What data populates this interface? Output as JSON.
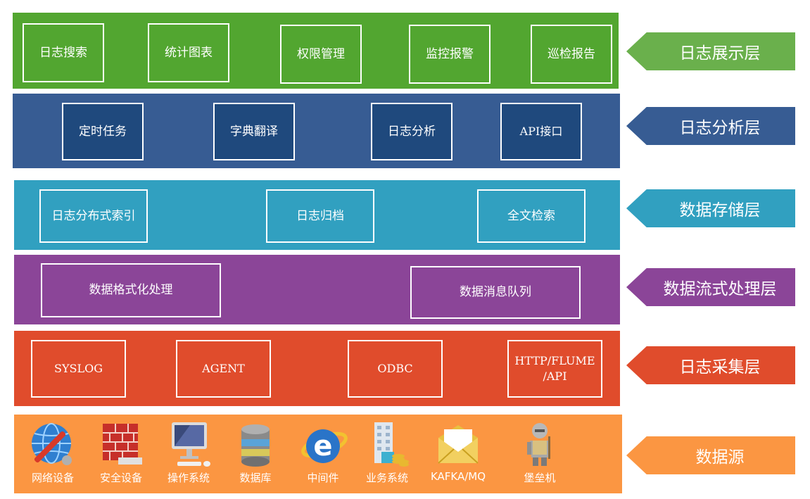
{
  "colors": {
    "display": "#52a630",
    "analysis": "#375c93",
    "analysis_box": "#1f497d",
    "storage": "#31a0c0",
    "stream": "#8b4598",
    "collect": "#e04c2c",
    "source": "#fb9642",
    "tag_display": "#6ab04c"
  },
  "layers": {
    "display": {
      "tag": "日志展示层",
      "boxes": [
        "日志搜索",
        "统计图表",
        "权限管理",
        "监控报警",
        "巡检报告"
      ]
    },
    "analysis": {
      "tag": "日志分析层",
      "boxes": [
        "定时任务",
        "字典翻译",
        "日志分析",
        "API接口"
      ]
    },
    "storage": {
      "tag": "数据存储层",
      "boxes": [
        "日志分布式索引",
        "日志归档",
        "全文检索"
      ]
    },
    "stream": {
      "tag": "数据流式处理层",
      "boxes": [
        "数据格式化处理",
        "数据消息队列"
      ]
    },
    "collect": {
      "tag": "日志采集层",
      "boxes": [
        "SYSLOG",
        "AGENT",
        "ODBC",
        "HTTP/FLUME\n/API"
      ]
    },
    "source": {
      "tag": "数据源",
      "items": [
        {
          "label": "网络设备",
          "icon": "globe-wrench-icon"
        },
        {
          "label": "安全设备",
          "icon": "firewall-icon"
        },
        {
          "label": "操作系统",
          "icon": "computer-icon"
        },
        {
          "label": "数据库",
          "icon": "database-icon"
        },
        {
          "label": "中间件",
          "icon": "ie-logo-icon"
        },
        {
          "label": "业务系统",
          "icon": "building-icon"
        },
        {
          "label": "KAFKA/MQ",
          "icon": "envelope-icon"
        },
        {
          "label": "堡垒机",
          "icon": "knight-icon"
        }
      ]
    }
  }
}
